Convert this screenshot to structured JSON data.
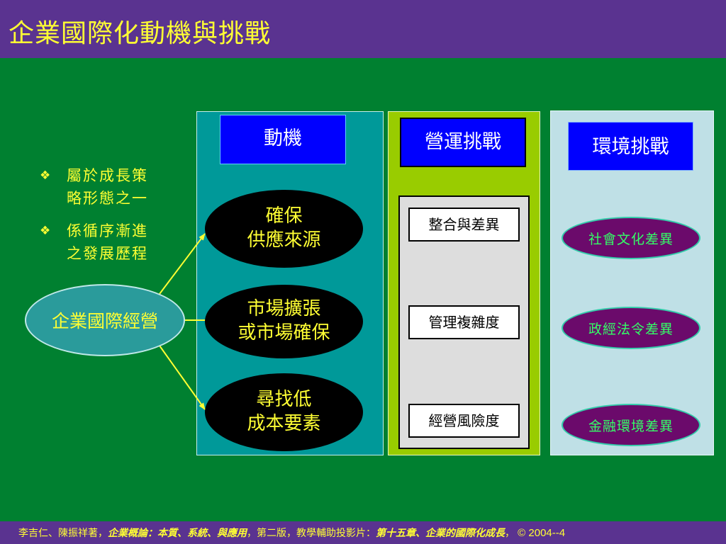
{
  "title": "企業國際化動機與挑戰",
  "bullets": [
    {
      "line1": "屬於成長策",
      "line2": "略形態之一"
    },
    {
      "line1": "係循序漸進",
      "line2": "之發展歷程"
    }
  ],
  "bullet_icon": "diamond-bullet-icon",
  "bullet_glyph": "❖",
  "main_node": "企業國際經營",
  "columns": {
    "motive": {
      "header": "動機",
      "items": [
        {
          "line1": "確保",
          "line2": "供應來源"
        },
        {
          "line1": "市場擴張",
          "line2": "或市場確保"
        },
        {
          "line1": "尋找低",
          "line2": "成本要素"
        }
      ]
    },
    "operations": {
      "header": "營運挑戰",
      "items": [
        "整合與差異",
        "管理複雜度",
        "經營風險度"
      ]
    },
    "environment": {
      "header": "環境挑戰",
      "items": [
        "社會文化差異",
        "政經法令差異",
        "金融環境差異"
      ]
    }
  },
  "footer": {
    "authors": "李吉仁、陳振祥著，",
    "book": "企業概論：本質、系統、與應用",
    "edition": "，第二版，教學輔助投影片：",
    "chapter": "第十五章、企業的國際化成長",
    "sep": "，",
    "copyright": " © 2004--4"
  },
  "colors": {
    "background": "#008030",
    "title_bar": "#5a3390",
    "text_yellow": "#ffff33",
    "header_blue": "#0000ff",
    "motive_panel": "#009999",
    "ops_panel": "#99cc00",
    "env_panel": "#bfe0e6",
    "env_oval": "#6b0a6b",
    "env_text": "#33ff66"
  }
}
